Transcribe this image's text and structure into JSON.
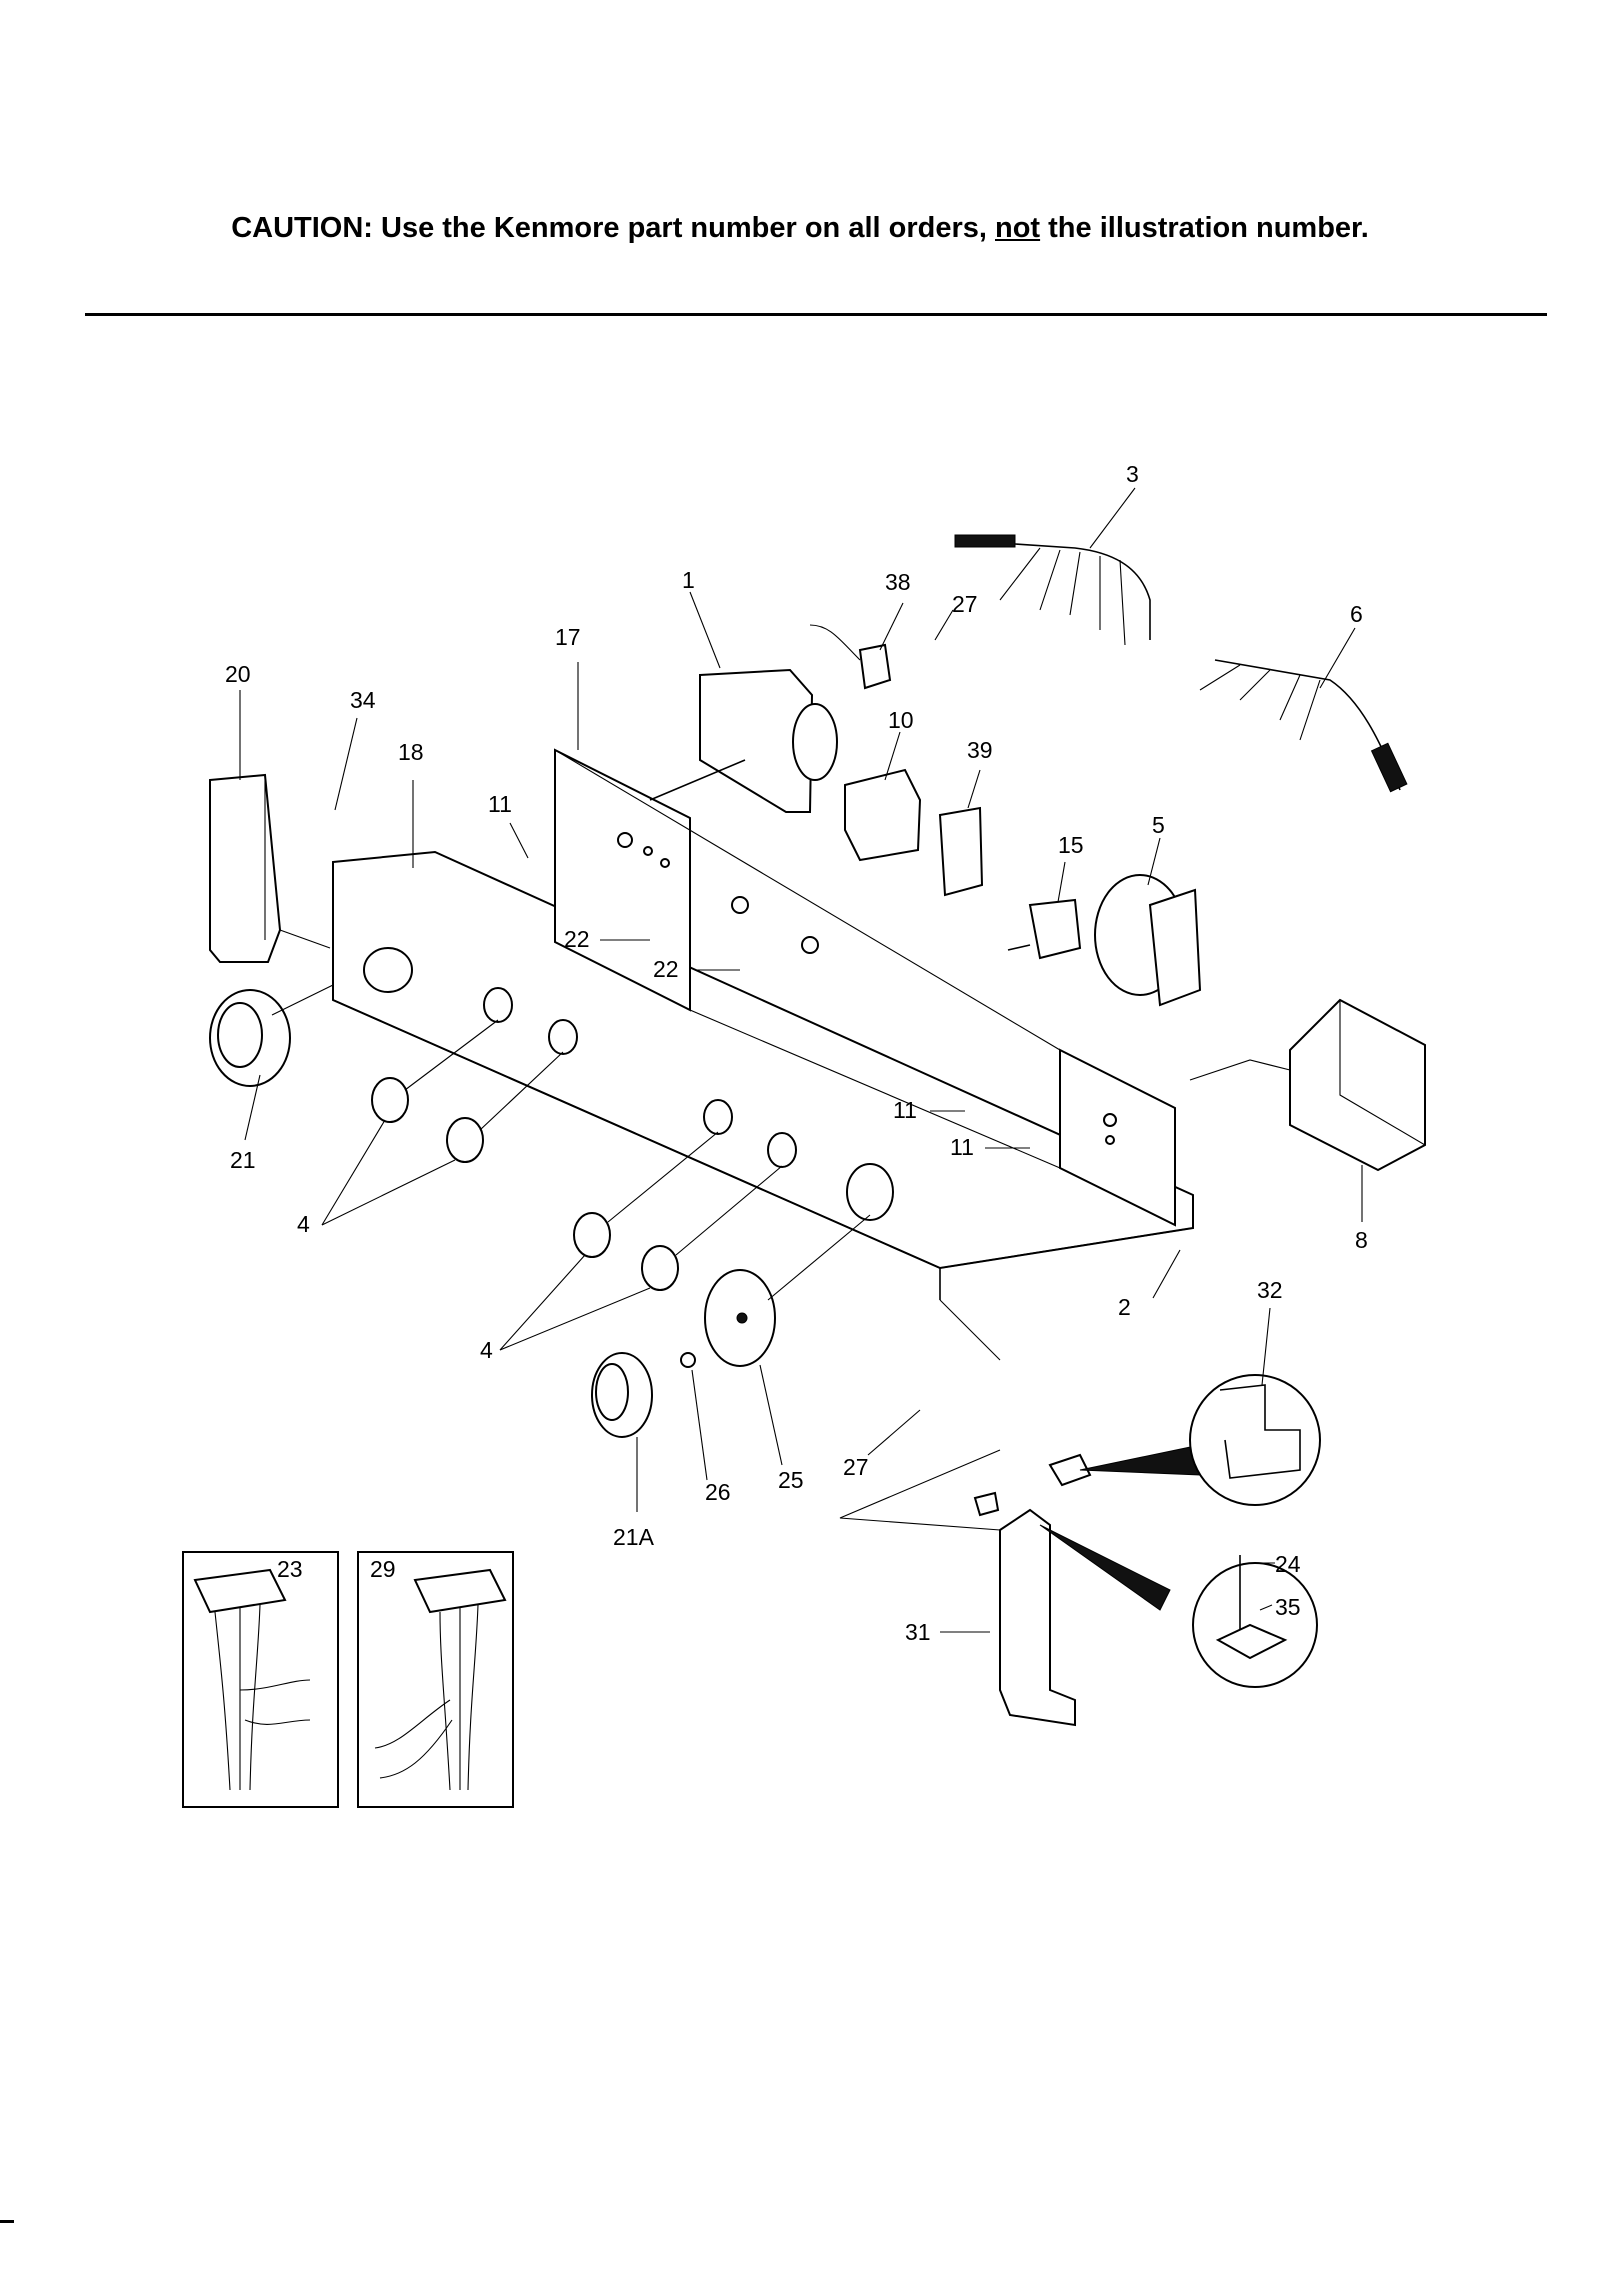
{
  "header": {
    "caution_prefix": "CAUTION: Use the Kenmore part number on all orders, ",
    "caution_underlined": "not",
    "caution_suffix": " the illustration number."
  },
  "callouts": {
    "c1": "1",
    "c2": "2",
    "c3": "3",
    "c4a": "4",
    "c4b": "4",
    "c5": "5",
    "c6": "6",
    "c8": "8",
    "c10": "10",
    "c11a": "11",
    "c11b": "11",
    "c11c": "11",
    "c15": "15",
    "c17": "17",
    "c18": "18",
    "c20": "20",
    "c21": "21",
    "c21A": "21A",
    "c22a": "22",
    "c22b": "22",
    "c23": "23",
    "c24": "24",
    "c25": "25",
    "c26": "26",
    "c27a": "27",
    "c27b": "27",
    "c29": "29",
    "c31": "31",
    "c32": "32",
    "c34": "34",
    "c35": "35",
    "c38": "38",
    "c39": "39"
  }
}
